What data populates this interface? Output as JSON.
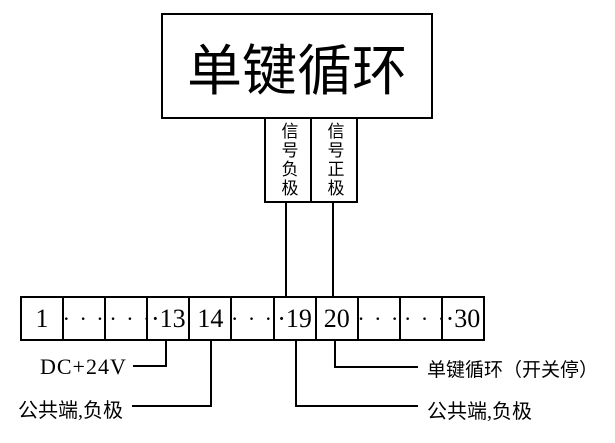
{
  "diagram": {
    "title_box": {
      "label": "单键循环"
    },
    "signal_labels": [
      {
        "label": "信号负极"
      },
      {
        "label": "信号正极"
      }
    ],
    "terminal_strip": {
      "cells": [
        "1",
        "· · ·",
        "·· · ·",
        "·13",
        "14",
        "· · ·",
        "·19",
        "20",
        "· · ·",
        "·· · ·",
        "·30"
      ]
    },
    "callouts": {
      "dc_24v": "DC+24V",
      "common_negative_left": "公共端,负极",
      "single_key_cycle": "单键循环（开关停）",
      "common_negative_right": "公共端,负极"
    },
    "colors": {
      "line": "#000000",
      "background": "#ffffff",
      "text": "#000000"
    }
  }
}
